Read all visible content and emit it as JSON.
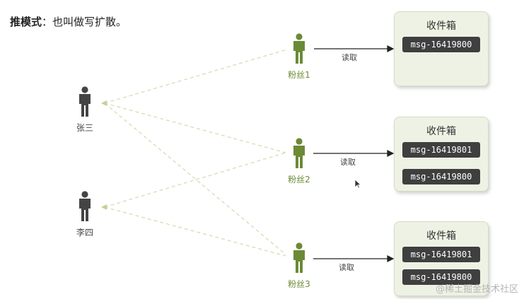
{
  "title": {
    "bold": "推模式",
    "rest": "：也叫做写扩散。"
  },
  "authors": [
    {
      "label": "张三"
    },
    {
      "label": "李四"
    }
  ],
  "fans": [
    {
      "label": "粉丝1"
    },
    {
      "label": "粉丝2"
    },
    {
      "label": "粉丝3"
    }
  ],
  "read_label": "读取",
  "inboxes": [
    {
      "title": "收件箱",
      "messages": [
        "msg-16419800"
      ]
    },
    {
      "title": "收件箱",
      "messages": [
        "msg-16419801",
        "msg-16419800"
      ]
    },
    {
      "title": "收件箱",
      "messages": [
        "msg-16419801",
        "msg-16419800"
      ]
    }
  ],
  "watermark": "@稀土掘金技术社区",
  "colors": {
    "author": "#444444",
    "fan": "#6b8a36",
    "dashed_line": "#d7dcb4",
    "inbox_bg": "#eef2e4",
    "msg_bg": "#3f3f3f"
  },
  "icons": [
    "person-icon",
    "arrow-icon",
    "cursor-icon"
  ]
}
